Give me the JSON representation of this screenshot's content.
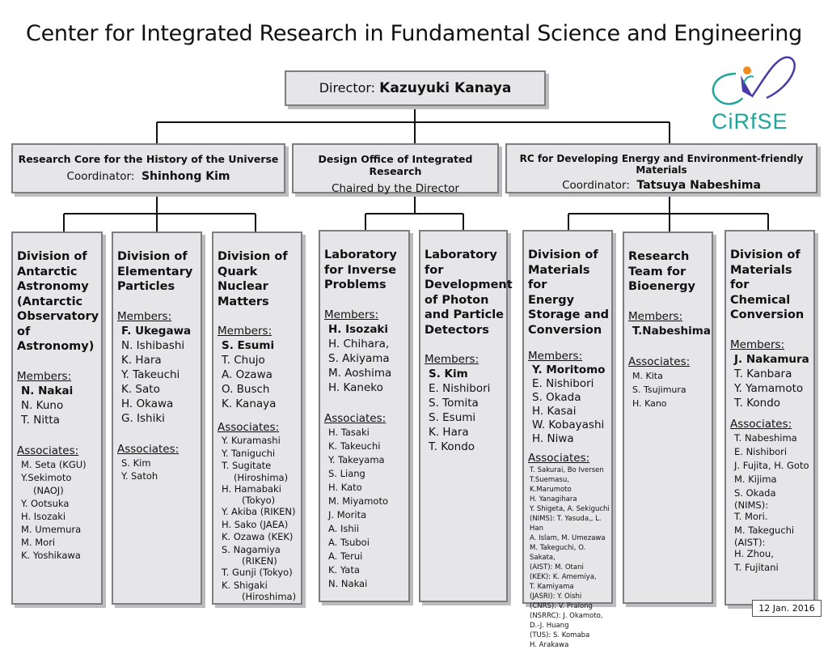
{
  "title": "Center for Integrated Research in Fundamental Science and Engineering",
  "director": {
    "label": "Director:",
    "name": "Kazuyuki Kanaya"
  },
  "logo_text": "CiRfSE",
  "colors": {
    "box_fill": "#e6e6e8",
    "box_border": "#7d7d82",
    "logo_teal": "#1fa59a",
    "logo_orange": "#f08c1e",
    "logo_purple": "#4b3aa8"
  },
  "level2": [
    {
      "heading": "Research Core for the History of the Universe",
      "sub_label": "Coordinator:",
      "sub_name": "Shinhong Kim"
    },
    {
      "heading": "Design Office of Integrated Research",
      "sub_label": "Chaired by the Director",
      "sub_name": ""
    },
    {
      "heading": "RC for Developing Energy and Environment-friendly Materials",
      "sub_label": "Coordinator:",
      "sub_name": "Tatsuya Nabeshima"
    }
  ],
  "divisions": {
    "antarctic": {
      "heading_lines": [
        "Division of",
        "Antarctic",
        "Astronomy",
        "(Antarctic",
        "Observatory",
        "of",
        "Astronomy)"
      ],
      "members_label": "Members:",
      "members_lead": "N. Nakai",
      "members": [
        "N. Kuno",
        "T. Nitta"
      ],
      "associates_label": "Associates:",
      "associates": [
        "M. Seta (KGU)",
        "Y.Sekimoto",
        "(NAOJ)",
        "Y. Ootsuka",
        "H. Isozaki",
        "M. Umemura",
        "M. Mori",
        "K. Yoshikawa"
      ]
    },
    "elementary": {
      "heading_lines": [
        "Division of",
        "Elementary",
        "Particles"
      ],
      "members_label": "Members:",
      "members_lead": "F. Ukegawa",
      "members": [
        "N. Ishibashi",
        "K. Hara",
        "Y. Takeuchi",
        "K. Sato",
        "H. Okawa",
        "G. Ishiki"
      ],
      "associates_label": "Associates:",
      "associates": [
        "S. Kim",
        "Y. Satoh"
      ]
    },
    "quark": {
      "heading_lines": [
        "Division of",
        "Quark",
        "Nuclear",
        "Matters"
      ],
      "members_label": "Members:",
      "members_lead": "S. Esumi",
      "members": [
        "T. Chujo",
        "A. Ozawa",
        "O. Busch",
        "K. Kanaya"
      ],
      "associates_label": "Associates:",
      "associates": [
        "Y. Kuramashi",
        "Y. Taniguchi",
        "T. Sugitate",
        "(Hiroshima)",
        "H. Hamabaki",
        "(Tokyo)",
        "Y. Akiba (RIKEN)",
        "H. Sako (JAEA)",
        "K. Ozawa (KEK)",
        "S. Nagamiya",
        "(RIKEN)",
        "T. Gunji (Tokyo)",
        "K. Shigaki",
        "(Hiroshima)"
      ]
    },
    "inverse": {
      "heading_lines": [
        "Laboratory",
        "for Inverse",
        "Problems"
      ],
      "members_label": "Members:",
      "members_lead": "H. Isozaki",
      "members": [
        "H. Chihara,",
        "S. Akiyama",
        "M. Aoshima",
        "H. Kaneko"
      ],
      "associates_label": "Associates:",
      "associates": [
        "H. Tasaki",
        "K. Takeuchi",
        "Y. Takeyama",
        "S. Liang",
        "H. Kato",
        "M. Miyamoto",
        "J. Morita",
        "A. Ishii",
        "A. Tsuboi",
        "A. Terui",
        "K. Yata",
        "N. Nakai"
      ]
    },
    "photon": {
      "heading_lines": [
        "Laboratory",
        "for",
        "Development",
        "of Photon",
        "and Particle",
        "Detectors"
      ],
      "members_label": "Members:",
      "members_lead": "S. Kim",
      "members": [
        "E. Nishibori",
        "S. Tomita",
        "S. Esumi",
        "K. Hara",
        "T. Kondo"
      ]
    },
    "energy": {
      "heading_lines": [
        "Division of",
        "Materials for",
        "Energy",
        "Storage and",
        "Conversion"
      ],
      "members_label": "Members:",
      "members_lead": "Y. Moritomo",
      "members": [
        "E. Nishibori",
        "S. Okada",
        "H. Kasai",
        "W. Kobayashi",
        "H. Niwa"
      ],
      "associates_label": "Associates:",
      "associates": [
        "T. Sakurai, Bo Iversen",
        "T.Suemasu, K.Marumoto",
        "H. Yanagihara",
        "Y. Shigeta, A. Sekiguchi",
        "(NIMS): T. Yasuda,, L. Han",
        "A. Islam, M. Umezawa",
        "M. Takeguchi, O. Sakata,",
        "(AIST): M. Otani",
        "(KEK): K. Amemiya,",
        "T. Kamiyama",
        "(JASRI): Y. Oishi",
        "(CNRS): V. Pralong",
        "(NSRRC): J. Okamoto,",
        "D.-J. Huang",
        "(TUS): S. Komaba",
        "H. Arakawa"
      ]
    },
    "bioenergy": {
      "heading_lines": [
        "Research",
        "Team for",
        "Bioenergy"
      ],
      "members_label": "Members:",
      "members_lead": "T.Nabeshima",
      "members": [],
      "associates_label": "Associates:",
      "associates": [
        "M. Kita",
        "S. Tsujimura",
        "H. Kano"
      ]
    },
    "chemical": {
      "heading_lines": [
        "Division of",
        "Materials for",
        "Chemical",
        "Conversion"
      ],
      "members_label": "Members:",
      "members_lead": "J. Nakamura",
      "members": [
        "T. Kanbara",
        "Y. Yamamoto",
        "T. Kondo"
      ],
      "associates_label": "Associates:",
      "associates": [
        "T. Nabeshima",
        "E. Nishibori",
        "J. Fujita, H. Goto",
        "M. Kijima",
        "S. Okada",
        "(NIMS):",
        "T. Mori.",
        "M. Takeguchi",
        "(AIST):",
        "H. Zhou,",
        "T. Fujitani"
      ]
    }
  },
  "date": "12 Jan. 2016"
}
